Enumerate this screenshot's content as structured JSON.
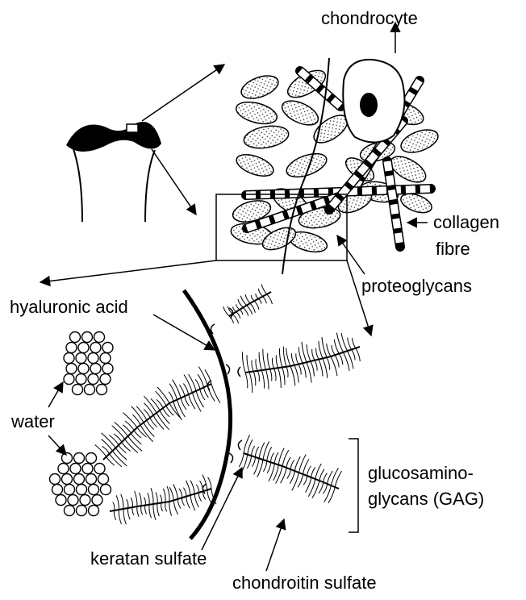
{
  "labels": {
    "chondrocyte": "chondrocyte",
    "collagen_line1": "collagen",
    "collagen_line2": "fibre",
    "proteoglycans": "proteoglycans",
    "hyaluronic_acid": "hyaluronic acid",
    "water": "water",
    "gag_line1": "glucosamino-",
    "gag_line2": "glycans (GAG)",
    "keratan_sulfate": "keratan sulfate",
    "chondroitin_sulfate": "chondroitin sulfate"
  },
  "colors": {
    "ink": "#000000",
    "paper": "#ffffff",
    "stipple": "#e6e6e6"
  }
}
